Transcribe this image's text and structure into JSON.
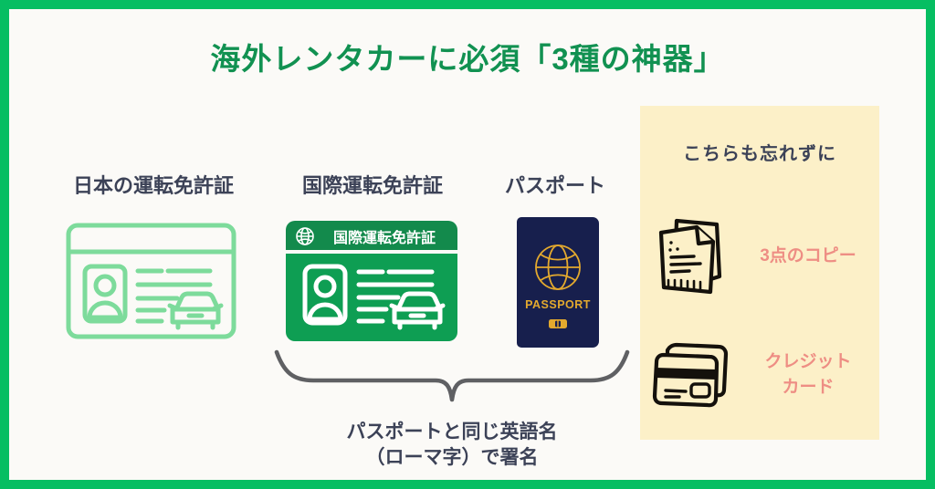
{
  "theme": {
    "border_green": "#06be62",
    "background": "#fbfaf7",
    "title_green": "#119151",
    "label_navy": "#3c4257",
    "card_light_green": "#7ddb9b",
    "card_solid_green": "#0e9e53",
    "card_header_green": "#138a4c",
    "passport_navy": "#171f4d",
    "passport_gold": "#e3a92e",
    "panel_yellow": "#fcf0c8",
    "panel_text_coral": "#ee8e84",
    "brace_gray": "#5f6063",
    "ink_black": "#14110c"
  },
  "title": "海外レンタカーに必須「3種の神器」",
  "items": [
    {
      "label": "日本の運転免許証",
      "icon_name": "japan-drivers-license-card-icon"
    },
    {
      "label": "国際運転免許証",
      "icon_name": "international-driving-permit-card-icon",
      "card_header_text": "国際運転免許証",
      "card_header_icon": "globe-icon"
    },
    {
      "label": "パスポート",
      "icon_name": "passport-booklet-icon",
      "booklet_text": "PASSPORT",
      "booklet_globe_icon": "globe-icon",
      "booklet_chip_icon": "passport-chip-icon"
    }
  ],
  "brace": {
    "icon_name": "curly-brace-icon",
    "caption_line1": "パスポートと同じ英語名",
    "caption_line2": "（ローマ字）で署名"
  },
  "panel": {
    "title": "こちらも忘れずに",
    "rows": [
      {
        "icon_name": "documents-copy-icon",
        "text_line1": "3点のコピー"
      },
      {
        "icon_name": "credit-cards-icon",
        "text_line1": "クレジット",
        "text_line2": "カード"
      }
    ]
  }
}
